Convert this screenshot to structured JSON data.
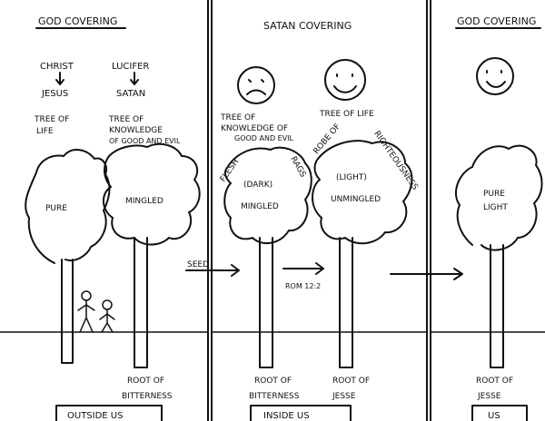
{
  "headings": {
    "left": "GOD COVERING",
    "middle": "SATAN COVERING",
    "right": "GOD COVERING"
  },
  "names": {
    "christ": "CHRIST",
    "jesus": "JESUS",
    "lucifer": "LUCIFER",
    "satan": "SATAN"
  },
  "trees": {
    "t1_label": [
      "TREE OF",
      "LIFE"
    ],
    "t1_body": "PURE",
    "t1_root": "",
    "t2_label": [
      "TREE OF",
      "KNOWLEDGE",
      "OF GOOD AND EVIL"
    ],
    "t2_body": "MINGLED",
    "t2_root": [
      "ROOT OF",
      "BITTERNESS"
    ],
    "t3_label": [
      "TREE OF",
      "KNOWLEDGE OF",
      "GOOD AND EVIL"
    ],
    "t3_body": [
      "(DARK)",
      "MINGLED"
    ],
    "t3_root": [
      "ROOT OF",
      "BITTERNESS"
    ],
    "t3_side_left": "FLESH",
    "t3_side_right": "RAGS",
    "t4_label": "TREE OF LIFE",
    "t4_body": [
      "(LIGHT)",
      "UNMINGLED"
    ],
    "t4_root": [
      "ROOT OF",
      "JESSE"
    ],
    "t4_robe": "ROBE OF",
    "t4_righteousness": "RIGHTEOUSNESS",
    "t5_body": [
      "PURE",
      "LIGHT"
    ],
    "t5_root": [
      "ROOT OF",
      "JESSE"
    ]
  },
  "arrows": {
    "seed": "SEED",
    "rom": "ROM 12:2"
  },
  "footer": {
    "left": "OUTSIDE US",
    "middle": "INSIDE US",
    "right": "US"
  },
  "icons": [
    "sad-face-icon",
    "happy-face-icon",
    "smiling-face-icon",
    "stick-figure-icon"
  ],
  "colors": {
    "ink": "#111111",
    "paper": "#ffffff"
  }
}
